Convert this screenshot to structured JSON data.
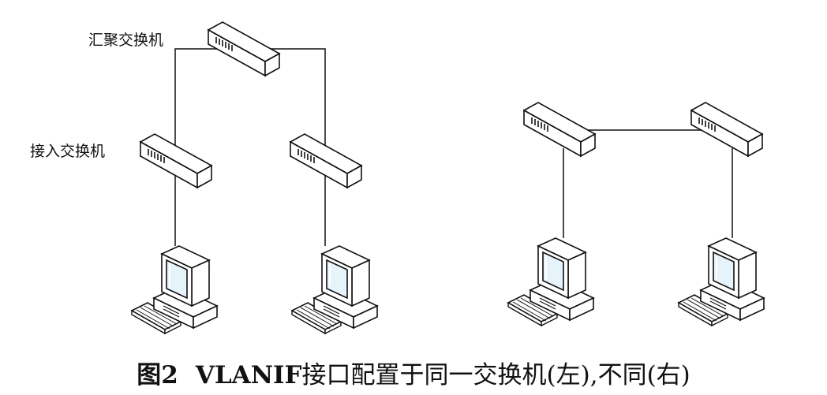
{
  "labels": {
    "aggregation_switch": "汇聚交换机",
    "access_switch": "接入交换机"
  },
  "caption": {
    "figure_number": "图2",
    "vlanif": "VLANIF",
    "rest": "接口配置于同一交换机(左),不同(右)"
  },
  "colors": {
    "line": "#111111",
    "device_fill": "#ffffff",
    "device_stroke": "#111111",
    "screen": "#e6f3fb"
  },
  "diagrams": {
    "left": {
      "aggregation_switch_count": 1,
      "access_switch_count": 2,
      "computer_count": 2
    },
    "right": {
      "switch_count": 2,
      "computer_count": 2
    }
  }
}
